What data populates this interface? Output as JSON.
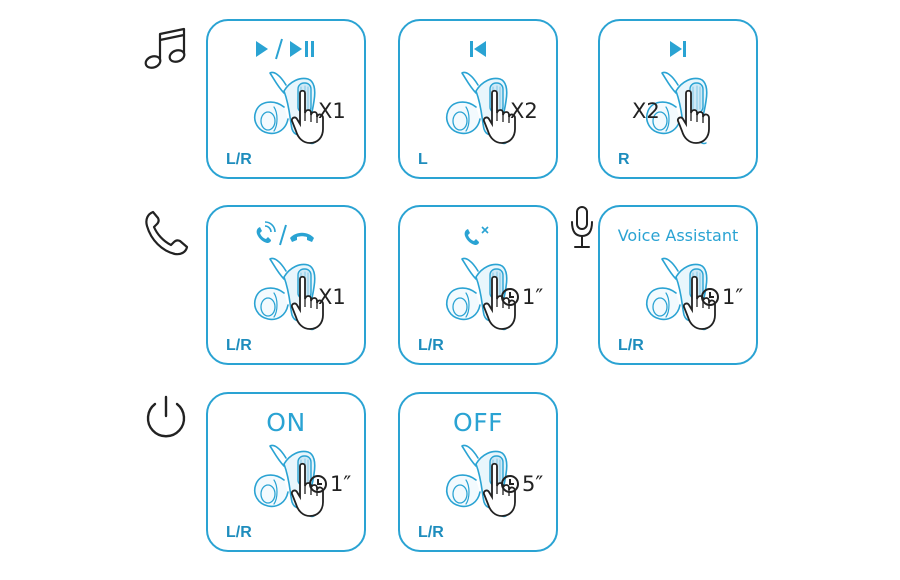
{
  "colors": {
    "accent": "#2aa3d3",
    "label": "#1e8dbd",
    "line": "#222222"
  },
  "rows": [
    {
      "icon": "music-note-icon",
      "cards": [
        {
          "head_icon": "play-pause-icon",
          "action": "X1",
          "side": "L/R",
          "tap": "right"
        },
        {
          "head_icon": "previous-track-icon",
          "action": "X2",
          "side": "L",
          "tap": "right"
        },
        {
          "head_icon": "next-track-icon",
          "action": "X2",
          "side": "R",
          "tap": "left"
        }
      ]
    },
    {
      "icon": "phone-icon",
      "cards": [
        {
          "head_icon": "answer-hangup-icon",
          "action": "X1",
          "side": "L/R",
          "tap": "right"
        },
        {
          "head_icon": "reject-call-icon",
          "action": "1″",
          "side": "L/R",
          "tap": "hold"
        },
        {
          "head_text": "Voice Assistant",
          "head_icon": "microphone-icon",
          "action": "1″",
          "side": "L/R",
          "tap": "hold"
        }
      ]
    },
    {
      "icon": "power-icon",
      "cards": [
        {
          "head_text": "ON",
          "action": "1″",
          "side": "L/R",
          "tap": "hold"
        },
        {
          "head_text": "OFF",
          "action": "5″",
          "side": "L/R",
          "tap": "hold"
        }
      ]
    }
  ]
}
